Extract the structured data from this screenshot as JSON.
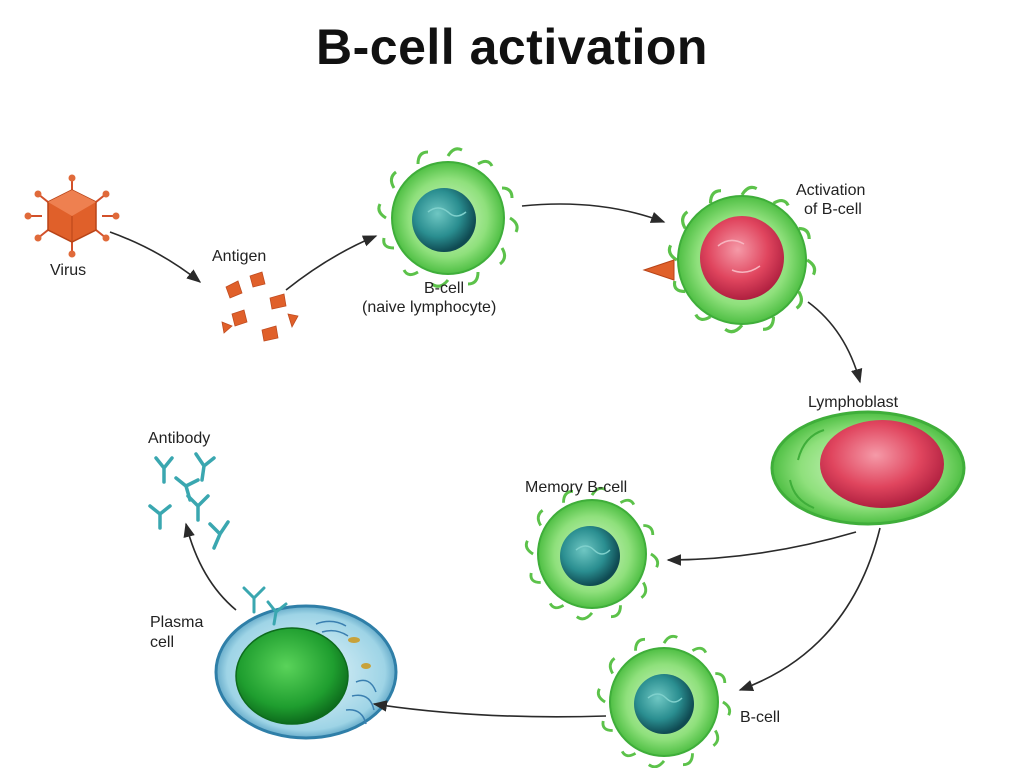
{
  "title": "B-cell activation",
  "labels": {
    "virus": "Virus",
    "antigen": "Antigen",
    "bcell_top": "B-cell",
    "bcell_top_sub": "(naive lymphocyte)",
    "activation_1": "Activation",
    "activation_2": "of B-cell",
    "lymphoblast": "Lymphoblast",
    "memory": "Memory B-cell",
    "bcell_bottom": "B-cell",
    "plasma_1": "Plasma",
    "plasma_2": "cell",
    "antibody": "Antibody"
  },
  "colors": {
    "cell_green": "#6fd15f",
    "nucleus_teal": "#1e6e72",
    "nucleus_red": "#e0455e",
    "virus_orange": "#e0602a",
    "antibody_teal": "#3aa7b0"
  }
}
